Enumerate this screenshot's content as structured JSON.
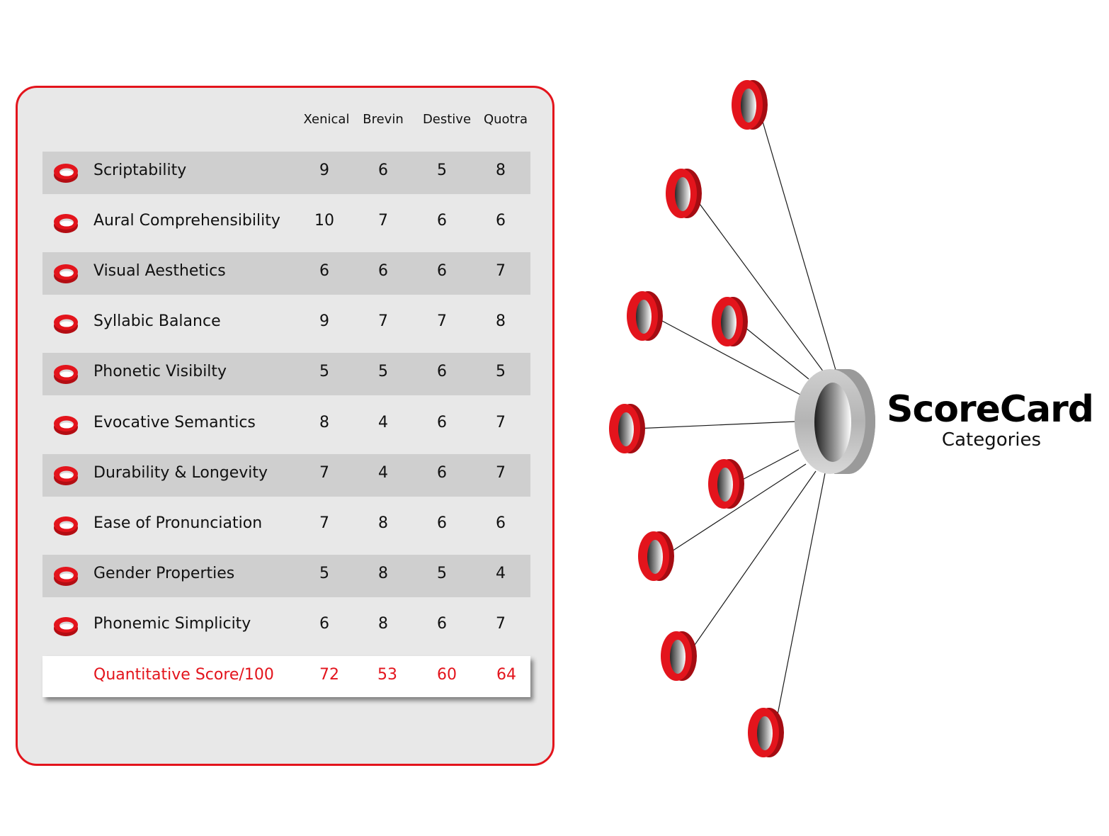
{
  "columns": [
    "Xenical",
    "Brevin",
    "Destive",
    "Quotra"
  ],
  "rows": [
    {
      "label": "Scriptability",
      "values": [
        "9",
        "6",
        "5",
        "8"
      ]
    },
    {
      "label": "Aural Comprehensibility",
      "values": [
        "10",
        "7",
        "6",
        "6"
      ]
    },
    {
      "label": "Visual Aesthetics",
      "values": [
        "6",
        "6",
        "6",
        "7"
      ]
    },
    {
      "label": "Syllabic Balance",
      "values": [
        "9",
        "7",
        "7",
        "8"
      ]
    },
    {
      "label": "Phonetic Visibilty",
      "values": [
        "5",
        "5",
        "6",
        "5"
      ]
    },
    {
      "label": "Evocative Semantics",
      "values": [
        "8",
        "4",
        "6",
        "7"
      ]
    },
    {
      "label": "Durability & Longevity",
      "values": [
        "7",
        "4",
        "6",
        "7"
      ]
    },
    {
      "label": "Ease of Pronunciation",
      "values": [
        "7",
        "8",
        "6",
        "6"
      ]
    },
    {
      "label": "Gender Properties",
      "values": [
        "5",
        "8",
        "5",
        "4"
      ]
    },
    {
      "label": "Phonemic Simplicity",
      "values": [
        "6",
        "8",
        "6",
        "7"
      ]
    }
  ],
  "total": {
    "label": "Quantitative Score/100",
    "values": [
      "72",
      "53",
      "60",
      "64"
    ]
  },
  "hub": {
    "title": "ScoreCard",
    "subtitle": "Categories"
  },
  "colors": {
    "accent": "#e3141c",
    "row_shade": "#cfcfcf",
    "panel": "#e8e8e8"
  }
}
